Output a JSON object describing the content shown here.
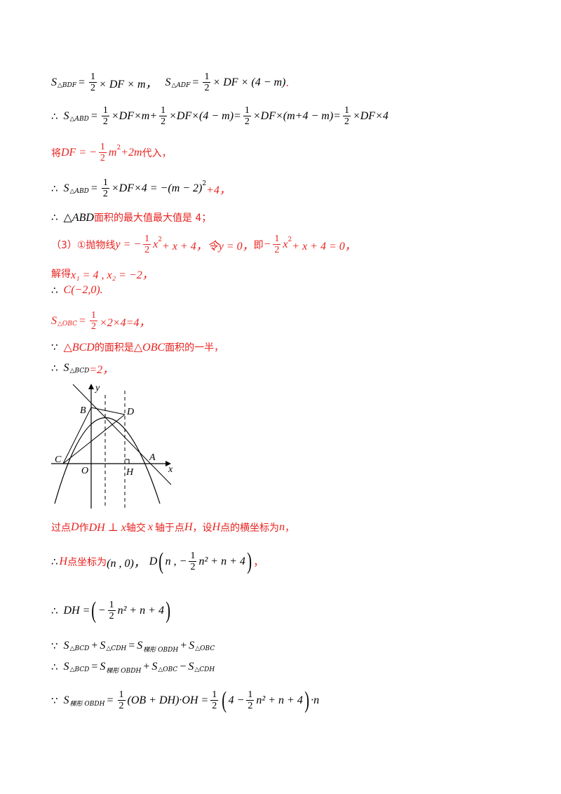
{
  "lines": {
    "l1": {
      "s_bdf": "S",
      "sub_bdf": "△BDF",
      "eq1_tail": "× DF × m，",
      "s_adf": "S",
      "sub_adf": "△ADF",
      "eq2_tail_a": "× DF × (4 − m)",
      "eq2_end": "."
    },
    "l2": {
      "therefore": "∴",
      "s": "S",
      "sub": "△ABD",
      "eq": "×DF×m+",
      "eq_b": "×DF×(4 − m)=",
      "eq_c": "×DF×(m+4 − m)=",
      "eq_d": "×DF×4"
    },
    "l3": {
      "lead": "将",
      "df": "DF = −",
      "m2": "m",
      "tail": "+2m",
      "tail_cn": "代入，"
    },
    "l4": {
      "therefore": "∴",
      "s": "S",
      "sub": "△ABD",
      "eq": "×DF×4 = −(m − 2)",
      "end": "+4，"
    },
    "l5": {
      "therefore": "∴",
      "text_a": "△ABD",
      "text_b": "面积的最大值最大值是 4；"
    },
    "l6": {
      "lead": "（3）①抛物线",
      "y": "y = −",
      "x2": "x",
      "mid": "+ x + 4，令",
      "y0": "y = 0，",
      "ji": "即",
      "neg": "−",
      "x2b": "x",
      "tail": "+ x + 4 = 0，"
    },
    "l7": {
      "lead": "解得",
      "sol": "x₁ = 4 , x₂ = −2，"
    },
    "l8": {
      "therefore": "∴",
      "pt": "C(−2,0)."
    },
    "l9": {
      "s": "S",
      "sub": "△OBC",
      "eq": "×2×4=4，"
    },
    "l10": {
      "because": "∵",
      "a": "△BCD",
      "b": "的面积是",
      "c": "△OBC",
      "d": "面积的一半，"
    },
    "l11": {
      "therefore": "∴",
      "s": "S",
      "sub": "△BCD",
      "eq": "=2，"
    },
    "l12": {
      "a": "过点",
      "d": "D",
      "b": "作",
      "dh": "DH ⊥ x",
      "c": "轴交",
      "x": "x",
      "e": "轴于点",
      "h": "H",
      "f": "，设",
      "h2": "H",
      "g": "点的横坐标为",
      "n": "n",
      "end": "，"
    },
    "l13": {
      "therefore": "∴",
      "h": "H",
      "a": "点坐标为",
      "pt": "(n , 0)，",
      "d": "D",
      "open": "n , −",
      "close": "n² + n + 4"
    },
    "l14": {
      "therefore": "∴",
      "dh": "DH =",
      "inner_a": "−",
      "inner_b": "n² + n + 4"
    },
    "l15": {
      "because": "∵",
      "s1": "S",
      "sub1": "△BCD",
      "plus": "+",
      "s2": "S",
      "sub2": "△CDH",
      "eq": "=",
      "s3": "S",
      "sub3": "梯形 OBDH",
      "plus2": "+",
      "s4": "S",
      "sub4": "△OBC"
    },
    "l16": {
      "therefore": "∴",
      "s1": "S",
      "sub1": "△BCD",
      "eq": "=",
      "s2": "S",
      "sub2": "梯形 OBDH",
      "plus": "+",
      "s3": "S",
      "sub3": "△OBC",
      "minus": "−",
      "s4": "S",
      "sub4": "△CDH"
    },
    "l17": {
      "because": "∵",
      "s": "S",
      "sub": "梯形 OBDH",
      "eq": "=",
      "mid": "(OB + DH)·OH =",
      "inner_a": "4 −",
      "inner_b": "n² + n + 4",
      "end": "·n"
    }
  },
  "frac_half": {
    "num": "1",
    "den": "2"
  },
  "diagram": {
    "labels": {
      "y": "y",
      "x": "x",
      "B": "B",
      "D": "D",
      "C": "C",
      "O": "O",
      "H": "H",
      "A": "A"
    }
  },
  "colors": {
    "red": "#e8211e",
    "black": "#000000"
  }
}
